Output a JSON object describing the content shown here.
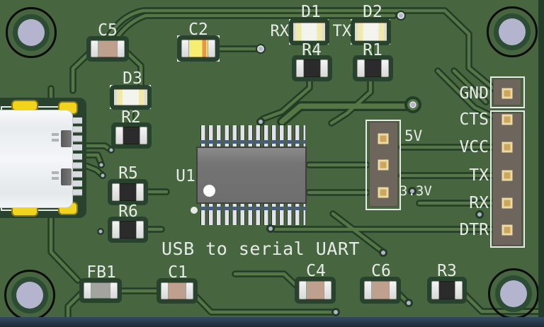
{
  "title": "USB to serial UART",
  "components": {
    "c5": "C5",
    "c2": "C2",
    "d1": "D1",
    "d2": "D2",
    "d3": "D3",
    "r1": "R1",
    "r2": "R2",
    "r3": "R3",
    "r4": "R4",
    "r5": "R5",
    "r6": "R6",
    "u1": "U1",
    "fb1": "FB1",
    "c1": "C1",
    "c4": "C4",
    "c6": "C6"
  },
  "signal_labels": {
    "rx_led": "RX",
    "tx_led": "TX"
  },
  "power_header": {
    "pin_labels": [
      "5V",
      "3.3V"
    ]
  },
  "serial_header": {
    "pin_labels": [
      "GND",
      "CTS",
      "VCC",
      "TX",
      "RX",
      "DTR"
    ]
  },
  "palette": {
    "board_green": "#47663f",
    "trace_green": "#567646",
    "dark_green": "#223c26",
    "halo_green": "#29422e",
    "silkscreen": "#e6ebe7",
    "hole_pad": "#b4b4ce",
    "hole_ring": "#2c4c34",
    "edge_bottom": "#1d2b3a",
    "edge_right": "#223c28",
    "header_body": "#6e665d",
    "pin_gold": "#caa75c",
    "pin_gold_light": "#ecdaa2",
    "ic_body": "#7a7a7a",
    "resistor_body": "#2b2b2b",
    "cap_tan": "#bfa08e",
    "ferrite_gray": "#a3a3a0",
    "led_white": "#f4f4ee",
    "led_stripe": "#efe9ac",
    "cap_yellow": "#f6ee6e",
    "cap_orange": "#e99550",
    "smd_end": "#e9e9e9",
    "usb_body": "#eef1f4",
    "usb_pad": "#f2d41c"
  }
}
